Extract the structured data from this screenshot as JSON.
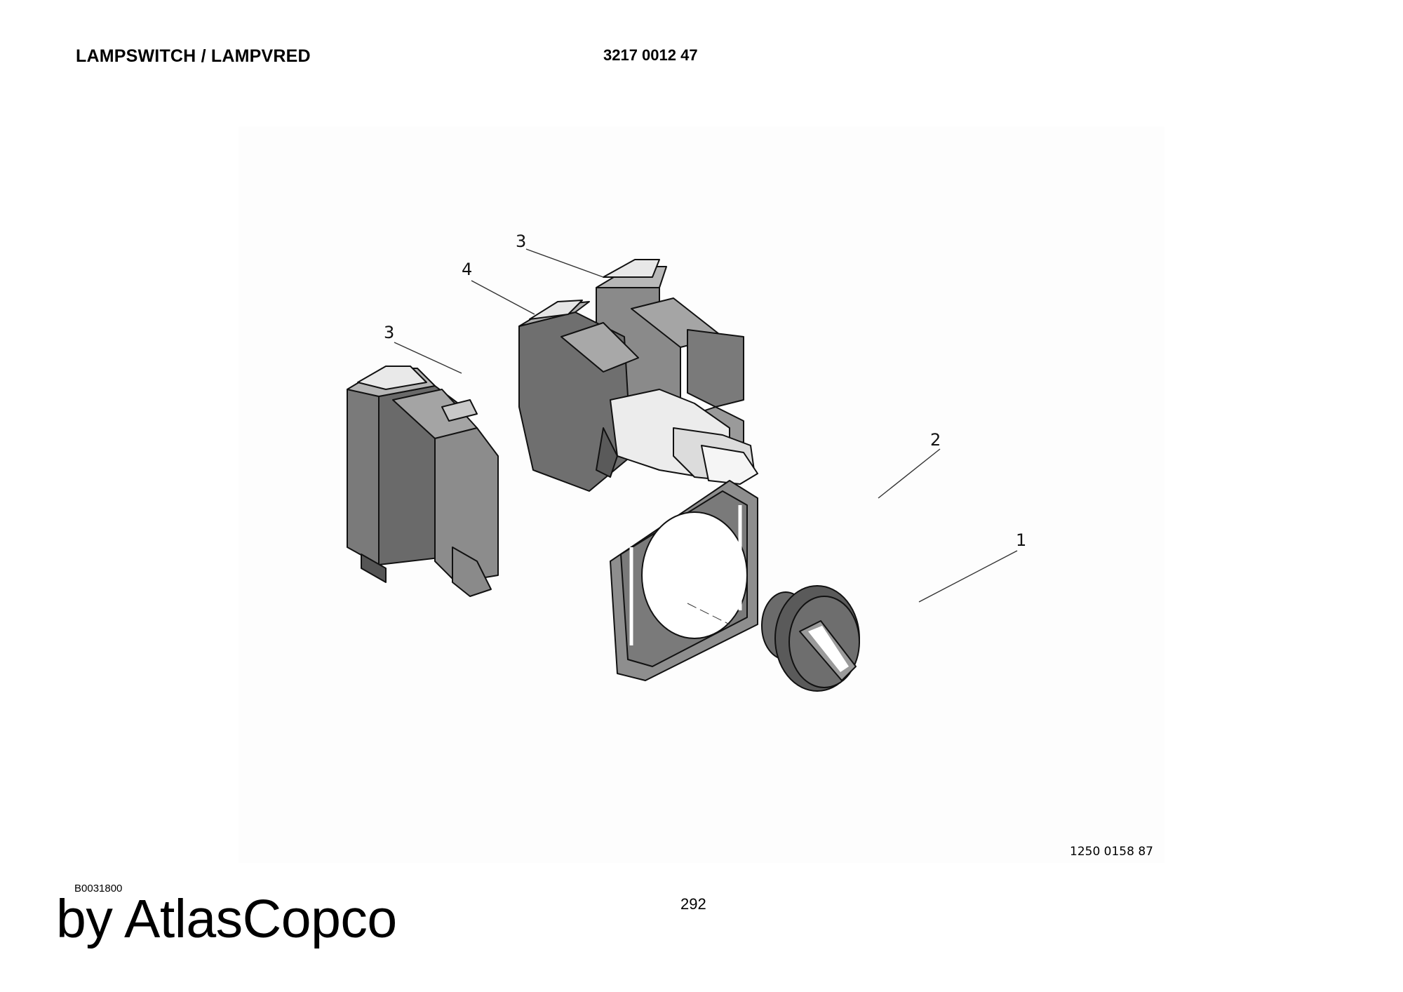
{
  "header": {
    "title": "LAMPSWITCH / LAMPVRED",
    "part_number": "3217 0012 47"
  },
  "figure": {
    "drawing_number": "1250 0158 87",
    "callouts": [
      {
        "label": "3"
      },
      {
        "label": "4"
      },
      {
        "label": "3"
      },
      {
        "label": "2"
      },
      {
        "label": "1"
      }
    ]
  },
  "footer": {
    "document_id": "B0031800",
    "page_number": "292",
    "brand": "by AtlasCopco"
  },
  "colors": {
    "block_dark": "#6f6f6f",
    "block_mid": "#8c8c8c",
    "block_light": "#b4b4b4",
    "socket_light": "#ececec",
    "knob": "#5e5e5e"
  }
}
